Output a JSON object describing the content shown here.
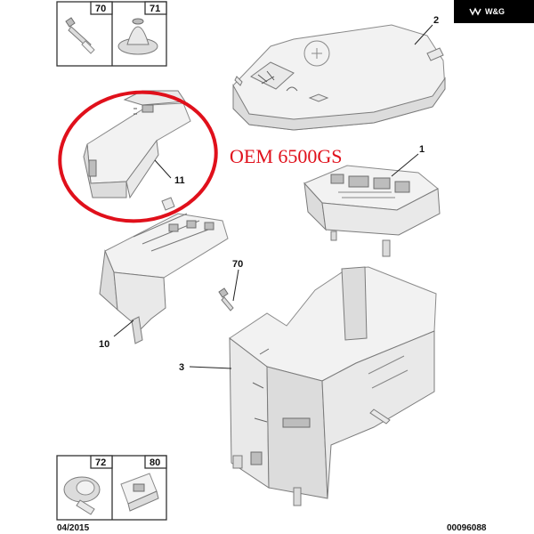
{
  "brand": {
    "logo_text": "W&G",
    "background": "#000000"
  },
  "annotation": {
    "text": "OEM 6500GS",
    "color": "#e0101b"
  },
  "highlight_color": "#e0101b",
  "callouts": {
    "p1": "1",
    "p2": "2",
    "p3": "3",
    "p10": "10",
    "p11": "11",
    "p70": "70"
  },
  "inset_boxes": {
    "top_left": {
      "label": "70"
    },
    "top_right": {
      "label": "71"
    },
    "bottom_left": {
      "label": "72"
    },
    "bottom_right": {
      "label": "80"
    }
  },
  "footer": {
    "date": "04/2015",
    "code": "00096088"
  }
}
